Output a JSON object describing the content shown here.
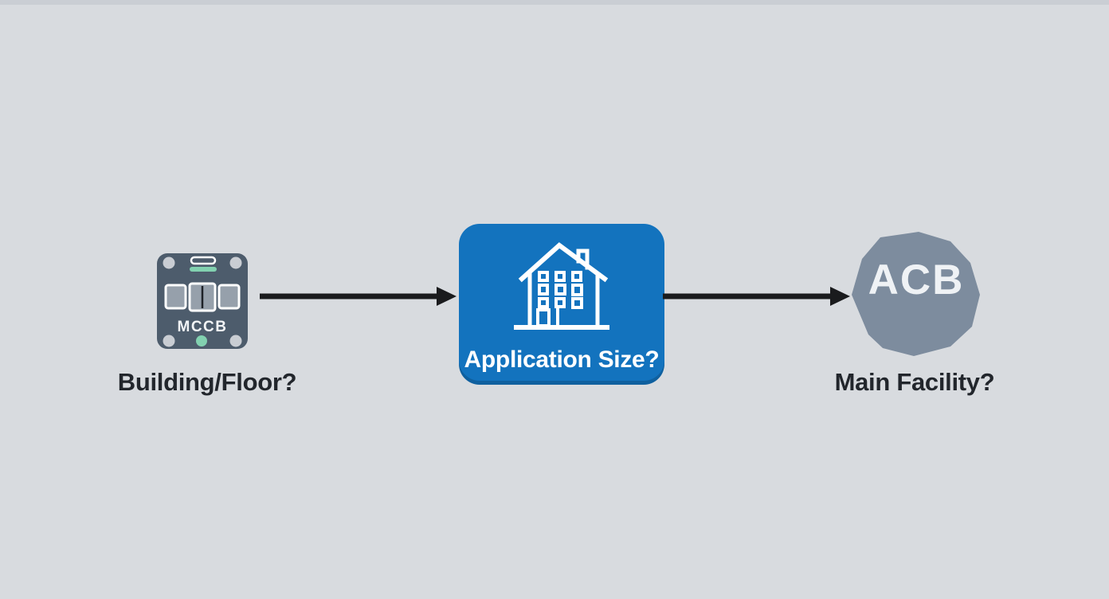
{
  "palette": {
    "background": "#d8dbdf",
    "top_strip": "#c6cad0",
    "arrow": "#1a1b1d",
    "caption_text": "#22262c",
    "node_blue": "#1373be",
    "icon_stroke": "#ffffff",
    "mccb_body": "#4d5c6c",
    "mccb_screw": "#c9cdd3",
    "mccb_switch_fill": "#96a0ab",
    "mccb_switch_lever": "#1e2228",
    "mccb_accent_mint": "#82d1b0",
    "mccb_text": "#f2f4f6",
    "acb_fill": "#7d8c9e",
    "acb_text": "#eff2f5"
  },
  "flow": {
    "nodes": [
      {
        "id": "mccb",
        "icon": "mccb-breaker-icon",
        "device_label": "MCCB",
        "caption": "Building/Floor?"
      },
      {
        "id": "application-size",
        "icon": "building-icon",
        "caption": "Application Size?"
      },
      {
        "id": "acb",
        "icon": "acb-hexagon-icon",
        "device_label": "ACB",
        "caption": "Main Facility?"
      }
    ],
    "arrow_count": "2"
  }
}
